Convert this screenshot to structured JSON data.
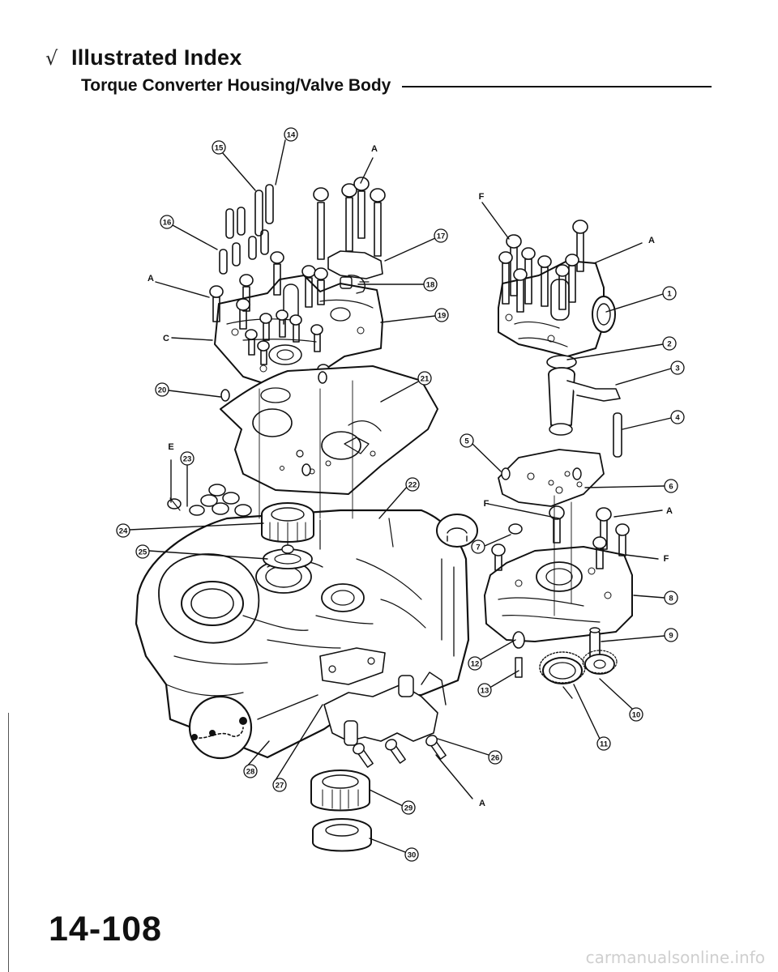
{
  "header": {
    "title": "Illustrated Index",
    "subtitle": "Torque Converter Housing/Valve Body"
  },
  "footer": {
    "page_number": "14-108",
    "watermark": "carmanualsonline.info"
  },
  "callouts": {
    "c1": "1",
    "c2": "2",
    "c3": "3",
    "c4": "4",
    "c5": "5",
    "c6": "6",
    "c7": "7",
    "c8": "8",
    "c9": "9",
    "c10": "10",
    "c11": "11",
    "c12": "12",
    "c13": "13",
    "c14": "14",
    "c15": "15",
    "c16": "16",
    "c17": "17",
    "c18": "18",
    "c19": "19",
    "c20": "20",
    "c21": "21",
    "c22": "22",
    "c23": "23",
    "c24": "24",
    "c25": "25",
    "c26": "26",
    "c27": "27",
    "c28": "28",
    "c29": "29",
    "c30": "30"
  },
  "letters": {
    "a": "A",
    "c": "C",
    "e": "E",
    "f": "F"
  }
}
